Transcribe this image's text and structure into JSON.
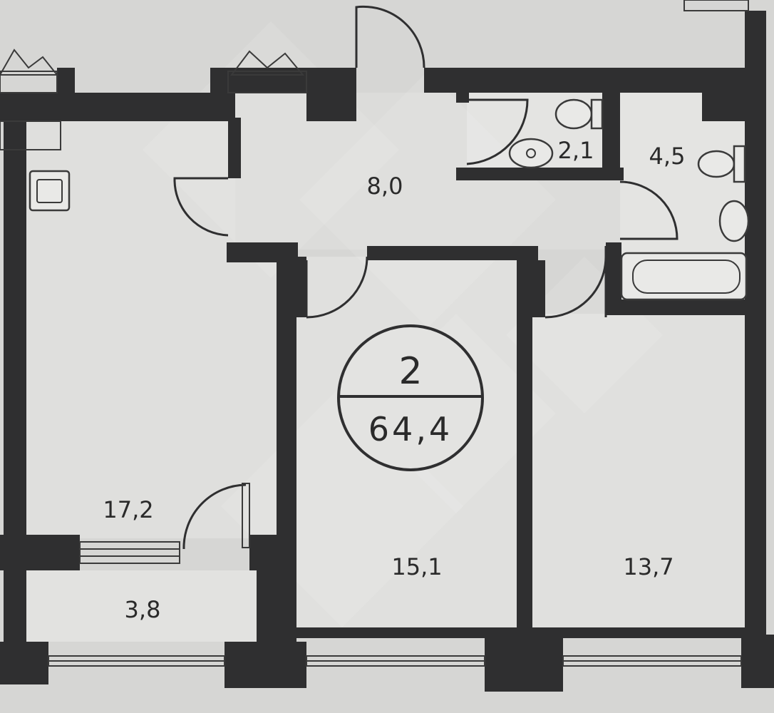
{
  "plan": {
    "rooms": {
      "living": "17,2",
      "hall": "8,0",
      "wc": "2,1",
      "bathroom": "4,5",
      "bedroom1": "15,1",
      "bedroom2": "13,7",
      "balcony": "3,8"
    },
    "badge": {
      "rooms_count": "2",
      "total_area": "64,4"
    }
  }
}
